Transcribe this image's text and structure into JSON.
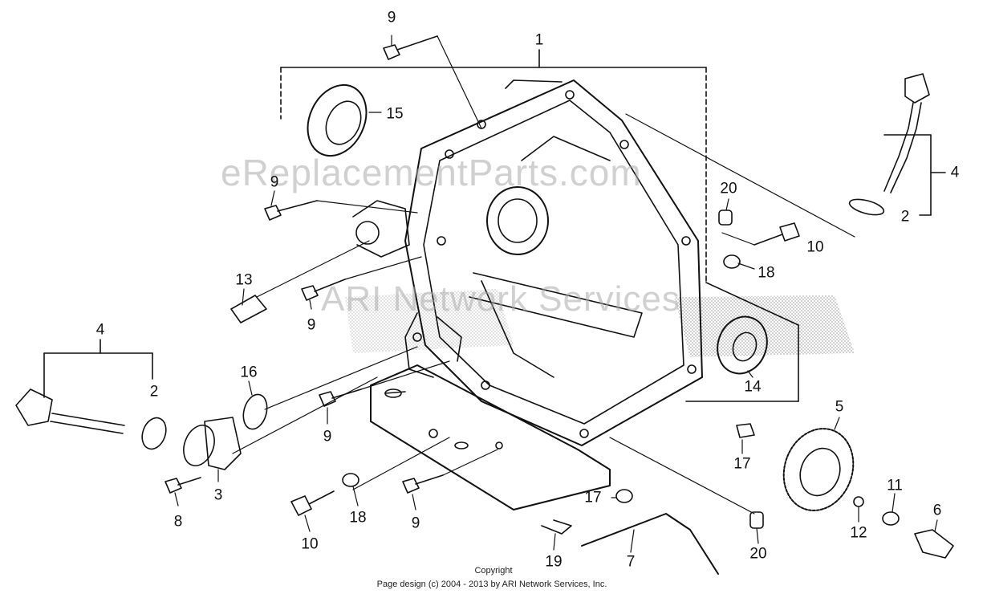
{
  "watermark": {
    "site": "eReplacementParts.com",
    "network": "ARI Network Services"
  },
  "callouts": [
    {
      "id": "c1",
      "text": "1"
    },
    {
      "id": "c2a",
      "text": "2"
    },
    {
      "id": "c2b",
      "text": "2"
    },
    {
      "id": "c3",
      "text": "3"
    },
    {
      "id": "c4a",
      "text": "4"
    },
    {
      "id": "c4b",
      "text": "4"
    },
    {
      "id": "c5",
      "text": "5"
    },
    {
      "id": "c6",
      "text": "6"
    },
    {
      "id": "c7",
      "text": "7"
    },
    {
      "id": "c8",
      "text": "8"
    },
    {
      "id": "c9a",
      "text": "9"
    },
    {
      "id": "c9b",
      "text": "9"
    },
    {
      "id": "c9c",
      "text": "9"
    },
    {
      "id": "c9d",
      "text": "9"
    },
    {
      "id": "c9e",
      "text": "9"
    },
    {
      "id": "c10a",
      "text": "10"
    },
    {
      "id": "c10b",
      "text": "10"
    },
    {
      "id": "c11",
      "text": "11"
    },
    {
      "id": "c12",
      "text": "12"
    },
    {
      "id": "c13",
      "text": "13"
    },
    {
      "id": "c14",
      "text": "14"
    },
    {
      "id": "c15",
      "text": "15"
    },
    {
      "id": "c16",
      "text": "16"
    },
    {
      "id": "c17a",
      "text": "17"
    },
    {
      "id": "c17b",
      "text": "17"
    },
    {
      "id": "c18a",
      "text": "18"
    },
    {
      "id": "c18b",
      "text": "18"
    },
    {
      "id": "c19",
      "text": "19"
    },
    {
      "id": "c20a",
      "text": "20"
    },
    {
      "id": "c20b",
      "text": "20"
    }
  ],
  "footer": {
    "copyright": "Copyright",
    "page_design": "Page design (c) 2004 - 2013 by ARI Network Services, Inc."
  }
}
